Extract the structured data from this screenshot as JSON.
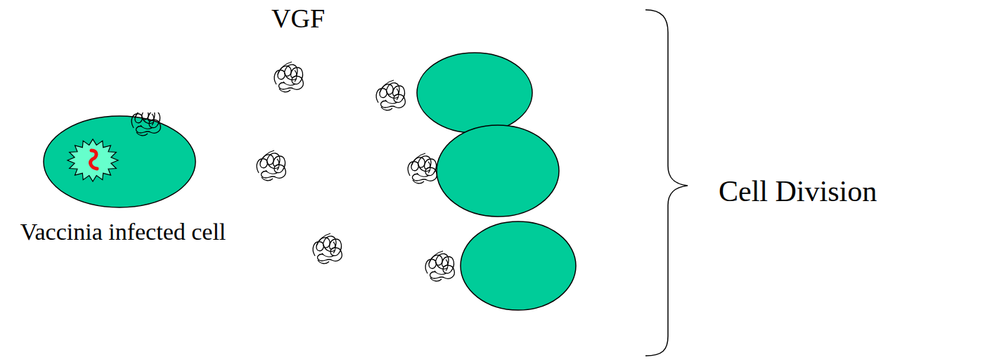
{
  "diagram": {
    "nodes": [
      {
        "text": [
          "Vaccinia infected cell"
        ]
      }
    ],
    "labels": [
      "VGF",
      "Cell Division"
    ]
  }
}
